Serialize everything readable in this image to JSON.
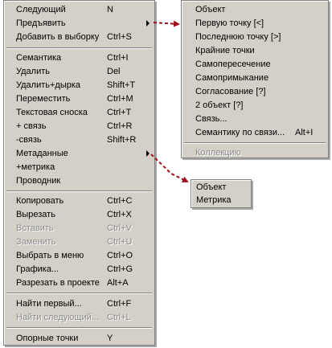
{
  "main_menu": {
    "items": [
      {
        "label": "Следующий",
        "shortcut": "N"
      },
      {
        "label": "Предъявить",
        "shortcut": ""
      },
      {
        "label": "Добавить в выборку",
        "shortcut": "Ctrl+S"
      },
      {
        "label": "Семантика",
        "shortcut": "Ctrl+I"
      },
      {
        "label": "Удалить",
        "shortcut": "Del"
      },
      {
        "label": "Удалить+дырка",
        "shortcut": "Shift+T"
      },
      {
        "label": "Переместить",
        "shortcut": "Ctrl+M"
      },
      {
        "label": "Текстовая сноска",
        "shortcut": "Ctrl+T"
      },
      {
        "label": "+ связь",
        "shortcut": "Ctrl+R"
      },
      {
        "label": "-связь",
        "shortcut": "Shift+R"
      },
      {
        "label": "Метаданные",
        "shortcut": ""
      },
      {
        "label": "+метрика",
        "shortcut": ""
      },
      {
        "label": "Проводник",
        "shortcut": ""
      },
      {
        "label": "Копировать",
        "shortcut": "Ctrl+C"
      },
      {
        "label": "Вырезать",
        "shortcut": "Ctrl+X"
      },
      {
        "label": "Вставить",
        "shortcut": "Ctrl+V"
      },
      {
        "label": "Заменить",
        "shortcut": "Ctrl+U"
      },
      {
        "label": "Выбрать в меню",
        "shortcut": "Ctrl+O"
      },
      {
        "label": "Графика...",
        "shortcut": "Ctrl+G"
      },
      {
        "label": "Разрезать в проекте",
        "shortcut": "Alt+A"
      },
      {
        "label": "Найти первый...",
        "shortcut": "Ctrl+F"
      },
      {
        "label": "Найти следующий...",
        "shortcut": "Ctrl+L"
      },
      {
        "label": "Опорные точки",
        "shortcut": "Y"
      }
    ]
  },
  "submenu_present": {
    "items": [
      {
        "label": "Объект",
        "shortcut": ""
      },
      {
        "label": "Первую точку [<]",
        "shortcut": ""
      },
      {
        "label": "Последнюю точку [>]",
        "shortcut": ""
      },
      {
        "label": "Крайние точки",
        "shortcut": ""
      },
      {
        "label": "Самопересечение",
        "shortcut": ""
      },
      {
        "label": "Самопримыкание",
        "shortcut": ""
      },
      {
        "label": "Согласование [?]",
        "shortcut": ""
      },
      {
        "label": "2 объект [?]",
        "shortcut": ""
      },
      {
        "label": "Связь...",
        "shortcut": ""
      },
      {
        "label": "Семантику по связи...",
        "shortcut": "Alt+I"
      },
      {
        "label": "Коллекцию",
        "shortcut": ""
      }
    ]
  },
  "submenu_metadata": {
    "items": [
      {
        "label": "Объект"
      },
      {
        "label": "Метрика"
      }
    ]
  },
  "colors": {
    "menu_bg": "#d4d0c8",
    "arrow": "#a0101a",
    "disabled_text": "#8a8a8a"
  }
}
